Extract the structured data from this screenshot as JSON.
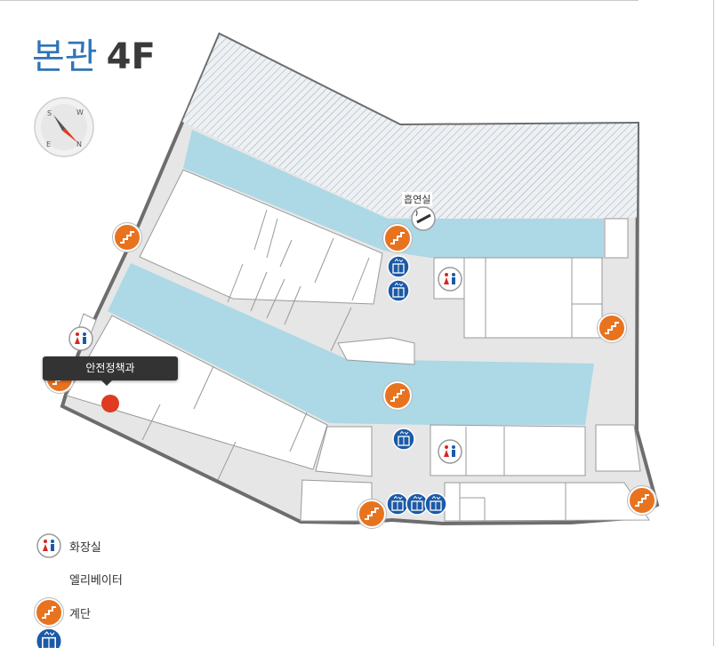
{
  "header": {
    "building": "본관",
    "floor": "4F"
  },
  "compass": {
    "labels": [
      "S",
      "W",
      "E",
      "N"
    ]
  },
  "smoking_area": {
    "label": "흡연실"
  },
  "tooltip": {
    "label": "안전정책과"
  },
  "legend": [
    {
      "icon": "restroom-icon",
      "label": "화장실"
    },
    {
      "icon": "elevator-icon",
      "label": "엘리베이터"
    },
    {
      "icon": "stairs-icon",
      "label": "계단"
    }
  ],
  "colors": {
    "building_blue": "#2f74b7",
    "corridor": "#add8e6",
    "outline": "#6d6d6d",
    "stairs": "#e8731f",
    "elevator": "#1c5aa6",
    "marker": "#e03a22"
  }
}
